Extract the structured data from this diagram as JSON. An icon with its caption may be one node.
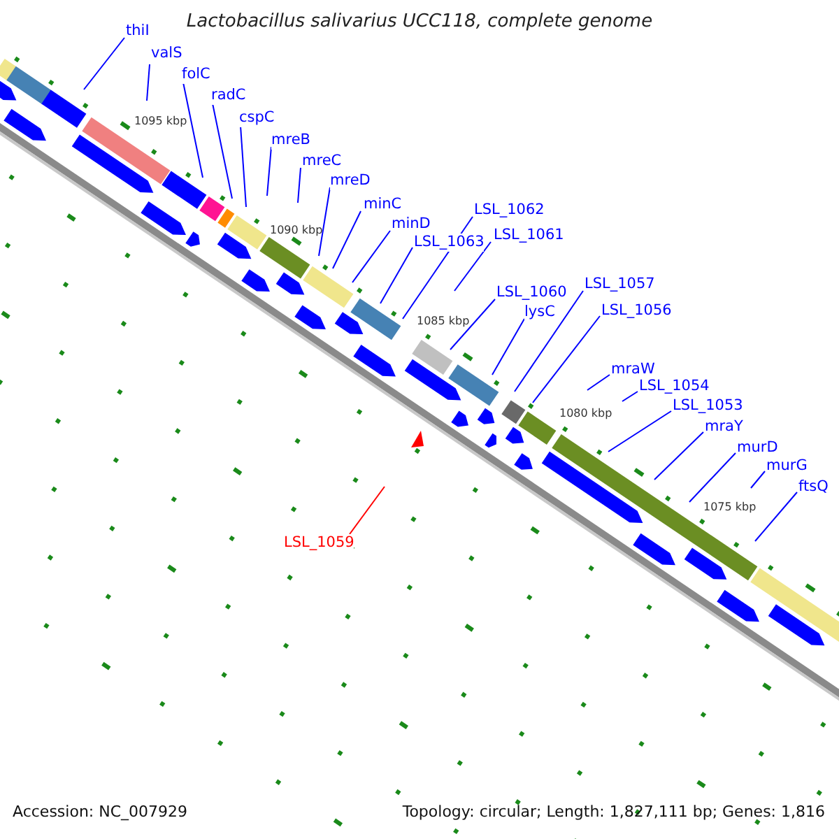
{
  "diagram": {
    "title": "Lactobacillus salivarius UCC118, complete genome",
    "nodes": [
      {
        "text": [
          "thiI"
        ]
      },
      {
        "text": [
          "valS"
        ]
      },
      {
        "text": [
          "folC"
        ]
      },
      {
        "text": [
          "radC"
        ]
      },
      {
        "text": [
          "cspC"
        ]
      },
      {
        "text": [
          "mreB"
        ]
      },
      {
        "text": [
          "mreC"
        ]
      },
      {
        "text": [
          "mreD"
        ]
      },
      {
        "text": [
          "minC"
        ]
      },
      {
        "text": [
          "minD"
        ]
      },
      {
        "text": [
          "LSL_1062"
        ]
      },
      {
        "text": [
          "LSL_1063"
        ]
      },
      {
        "text": [
          "LSL_1061"
        ]
      },
      {
        "text": [
          "LSL_1057"
        ]
      },
      {
        "text": [
          "LSL_1060"
        ]
      },
      {
        "text": [
          "LSL_1056"
        ]
      },
      {
        "text": [
          "lysC"
        ]
      },
      {
        "text": [
          "mraW"
        ]
      },
      {
        "text": [
          "LSL_1054"
        ]
      },
      {
        "text": [
          "LSL_1053"
        ]
      },
      {
        "text": [
          "mraY"
        ]
      },
      {
        "text": [
          "murD"
        ]
      },
      {
        "text": [
          "murG"
        ]
      },
      {
        "text": [
          "ftsQ"
        ]
      },
      {
        "text": [
          "LSL_1059"
        ]
      }
    ],
    "edges": [
      {
        "from": 0,
        "to": null,
        "arrow": "none"
      },
      {
        "from": 1,
        "to": null,
        "arrow": "none"
      },
      {
        "from": 2,
        "to": null,
        "arrow": "none"
      },
      {
        "from": 3,
        "to": null,
        "arrow": "none"
      },
      {
        "from": 4,
        "to": null,
        "arrow": "none"
      },
      {
        "from": 5,
        "to": null,
        "arrow": "none"
      },
      {
        "from": 6,
        "to": null,
        "arrow": "none"
      },
      {
        "from": 7,
        "to": null,
        "arrow": "none"
      },
      {
        "from": 8,
        "to": null,
        "arrow": "none"
      },
      {
        "from": 9,
        "to": null,
        "arrow": "none"
      },
      {
        "from": 10,
        "to": null,
        "arrow": "none"
      },
      {
        "from": 11,
        "to": null,
        "arrow": "none"
      },
      {
        "from": 12,
        "to": null,
        "arrow": "none"
      },
      {
        "from": 13,
        "to": null,
        "arrow": "none"
      },
      {
        "from": 14,
        "to": null,
        "arrow": "none"
      },
      {
        "from": 15,
        "to": null,
        "arrow": "none"
      },
      {
        "from": 16,
        "to": null,
        "arrow": "none"
      },
      {
        "from": 17,
        "to": null,
        "arrow": "none"
      },
      {
        "from": 18,
        "to": null,
        "arrow": "none"
      },
      {
        "from": 19,
        "to": null,
        "arrow": "none"
      },
      {
        "from": 20,
        "to": null,
        "arrow": "none"
      },
      {
        "from": 21,
        "to": null,
        "arrow": "none"
      },
      {
        "from": 22,
        "to": null,
        "arrow": "none"
      },
      {
        "from": 23,
        "to": null,
        "arrow": "none"
      },
      {
        "from": 24,
        "to": null,
        "arrow": "none",
        "color": "#ff0000"
      }
    ],
    "labels": [
      "1095 kbp",
      "1090 kbp",
      "1085 kbp",
      "1080 kbp",
      "1075 kbp",
      "Accession: NC_007929",
      "Topology: circular; Length: 1,827,111 bp; Genes: 1,816"
    ]
  }
}
